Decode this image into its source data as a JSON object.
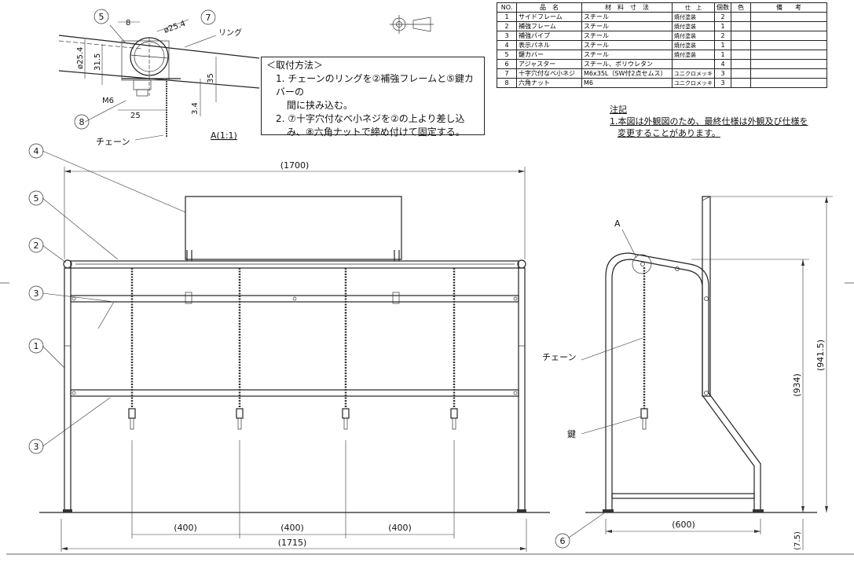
{
  "parts_table": {
    "headers": [
      "NO.",
      "品　名",
      "材　料　寸　法",
      "仕　上",
      "個数",
      "色",
      "備　　考"
    ],
    "rows": [
      {
        "no": "1",
        "name": "サイドフレーム",
        "material": "スチール",
        "finish": "焼付塗装",
        "qty": "2"
      },
      {
        "no": "2",
        "name": "補強フレーム",
        "material": "スチール",
        "finish": "焼付塗装",
        "qty": "1"
      },
      {
        "no": "3",
        "name": "補強パイプ",
        "material": "スチール",
        "finish": "焼付塗装",
        "qty": "2"
      },
      {
        "no": "4",
        "name": "表示パネル",
        "material": "スチール",
        "finish": "焼付塗装",
        "qty": "1"
      },
      {
        "no": "5",
        "name": "鍵カバー",
        "material": "スチール",
        "finish": "焼付塗装",
        "qty": "1"
      },
      {
        "no": "6",
        "name": "アジャスター",
        "material": "スチール、ポリウレタン",
        "finish": "",
        "qty": "4"
      },
      {
        "no": "7",
        "name": "十字穴付なべ小ネジ",
        "material": "M6x35L（SW付2点セムス）",
        "finish": "ユニクロメッキ",
        "qty": "3"
      },
      {
        "no": "8",
        "name": "六角ナット",
        "material": "M6",
        "finish": "ユニクロメッキ",
        "qty": "3"
      }
    ]
  },
  "mounting": {
    "title": "＜取付方法＞",
    "step1": "1. チェーンのリングを②補強フレームと⑤鍵カバーの",
    "step1b": "間に挟み込む。",
    "step2": "2. ⑦十字穴付なべ小ネジを②の上より差し込",
    "step2b": "み、⑧六角ナットで締め付けて固定する。"
  },
  "notes": {
    "title": "注記",
    "line1": "1.本図は外観図のため、最終仕様は外観及び仕様を",
    "line2": "変更することがあります。"
  },
  "detail": {
    "label": "A(1:1)",
    "dim_8": "8",
    "dim_25_4a": "ø25.4",
    "dim_25_4b": "ø25.4",
    "dim_31_5": "31.5",
    "dim_35": "35",
    "dim_3_4": "3.4",
    "dim_25": "25",
    "m6": "M6",
    "ring": "リング",
    "chain": "チェーン",
    "callout_5": "5",
    "callout_7": "7",
    "callout_8": "8"
  },
  "front": {
    "dim_total_top": "(1700)",
    "dim_total_bottom": "(1715)",
    "dim_400a": "(400)",
    "dim_400b": "(400)",
    "dim_400c": "(400)",
    "callout_4": "4",
    "callout_5": "5",
    "callout_2": "2",
    "callout_3a": "3",
    "callout_1": "1",
    "callout_3b": "3"
  },
  "side": {
    "label_a": "A",
    "chain": "チェーン",
    "key": "鍵",
    "dim_600": "(600)",
    "dim_934": "(934)",
    "dim_941_5": "(941.5)",
    "dim_7_5": "(7.5)",
    "callout_6": "6"
  }
}
